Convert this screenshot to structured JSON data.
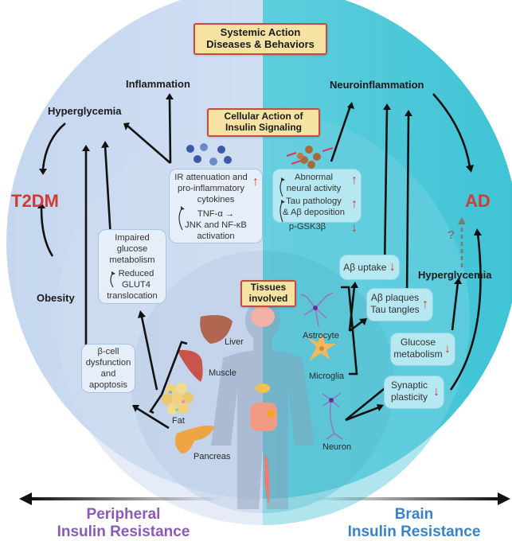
{
  "systemic_box": {
    "line1": "Systemic Action",
    "line2": "Diseases & Behaviors"
  },
  "cellular_box": {
    "line1": "Cellular Action of",
    "line2": "Insulin Signaling"
  },
  "tissues_box": {
    "line1": "Tissues",
    "line2": "involved"
  },
  "left": {
    "disease": "T2DM",
    "hyperglycemia": "Hyperglycemia",
    "inflammation": "Inflammation",
    "obesity": "Obesity",
    "panel_ir": {
      "line1": "IR attenuation and",
      "line2": "pro-inflammatory",
      "line3": "cytokines",
      "line4": "TNF-α →",
      "line5": "JNK and NF-κB",
      "line6": "activation",
      "arrow": "↑"
    },
    "panel_glucose": {
      "line1": "Impaired",
      "line2": "glucose",
      "line3": "metabolism",
      "line4": "Reduced",
      "line5": "GLUT4",
      "line6": "translocation"
    },
    "panel_beta": {
      "line1": "β-cell",
      "line2": "dysfunction",
      "line3": "and",
      "line4": "apoptosis"
    },
    "tissues": [
      "Liver",
      "Muscle",
      "Fat",
      "Pancreas"
    ]
  },
  "right": {
    "disease": "AD",
    "neuroinflammation": "Neuroinflammation",
    "hyperglycemia": "Hyperglycemia",
    "question": "?",
    "panel_neural": {
      "line1": "Abnormal",
      "line2": "neural activity",
      "line3": "Tau pathology",
      "line4": "& Aβ deposition",
      "line5": "p-GSK3β",
      "arrow1": "↑",
      "arrow2": "↑",
      "arrow3": "↓"
    },
    "panel_uptake": {
      "text": "Aβ uptake",
      "arrow": "↓"
    },
    "panel_plaques": {
      "line1": "Aβ plaques",
      "line2": "Tau tangles",
      "arrow": "↑"
    },
    "panel_glucose": {
      "line1": "Glucose",
      "line2": "metabolism",
      "arrow": "↓"
    },
    "panel_synaptic": {
      "line1": "Synaptic",
      "line2": "plasticity",
      "arrow": "↓"
    },
    "tissues": [
      "Astrocyte",
      "Microglia",
      "Neuron"
    ]
  },
  "footer": {
    "left_line1": "Peripheral",
    "left_line2": "Insulin Resistance",
    "right_line1": "Brain",
    "right_line2": "Insulin Resistance"
  },
  "colors": {
    "disease_red": "#d33a32",
    "peripheral_purple": "#8a5bb5",
    "brain_blue": "#3a82c8",
    "title_box_fill": "#f6e3a3",
    "title_box_border": "#c94a3c"
  }
}
